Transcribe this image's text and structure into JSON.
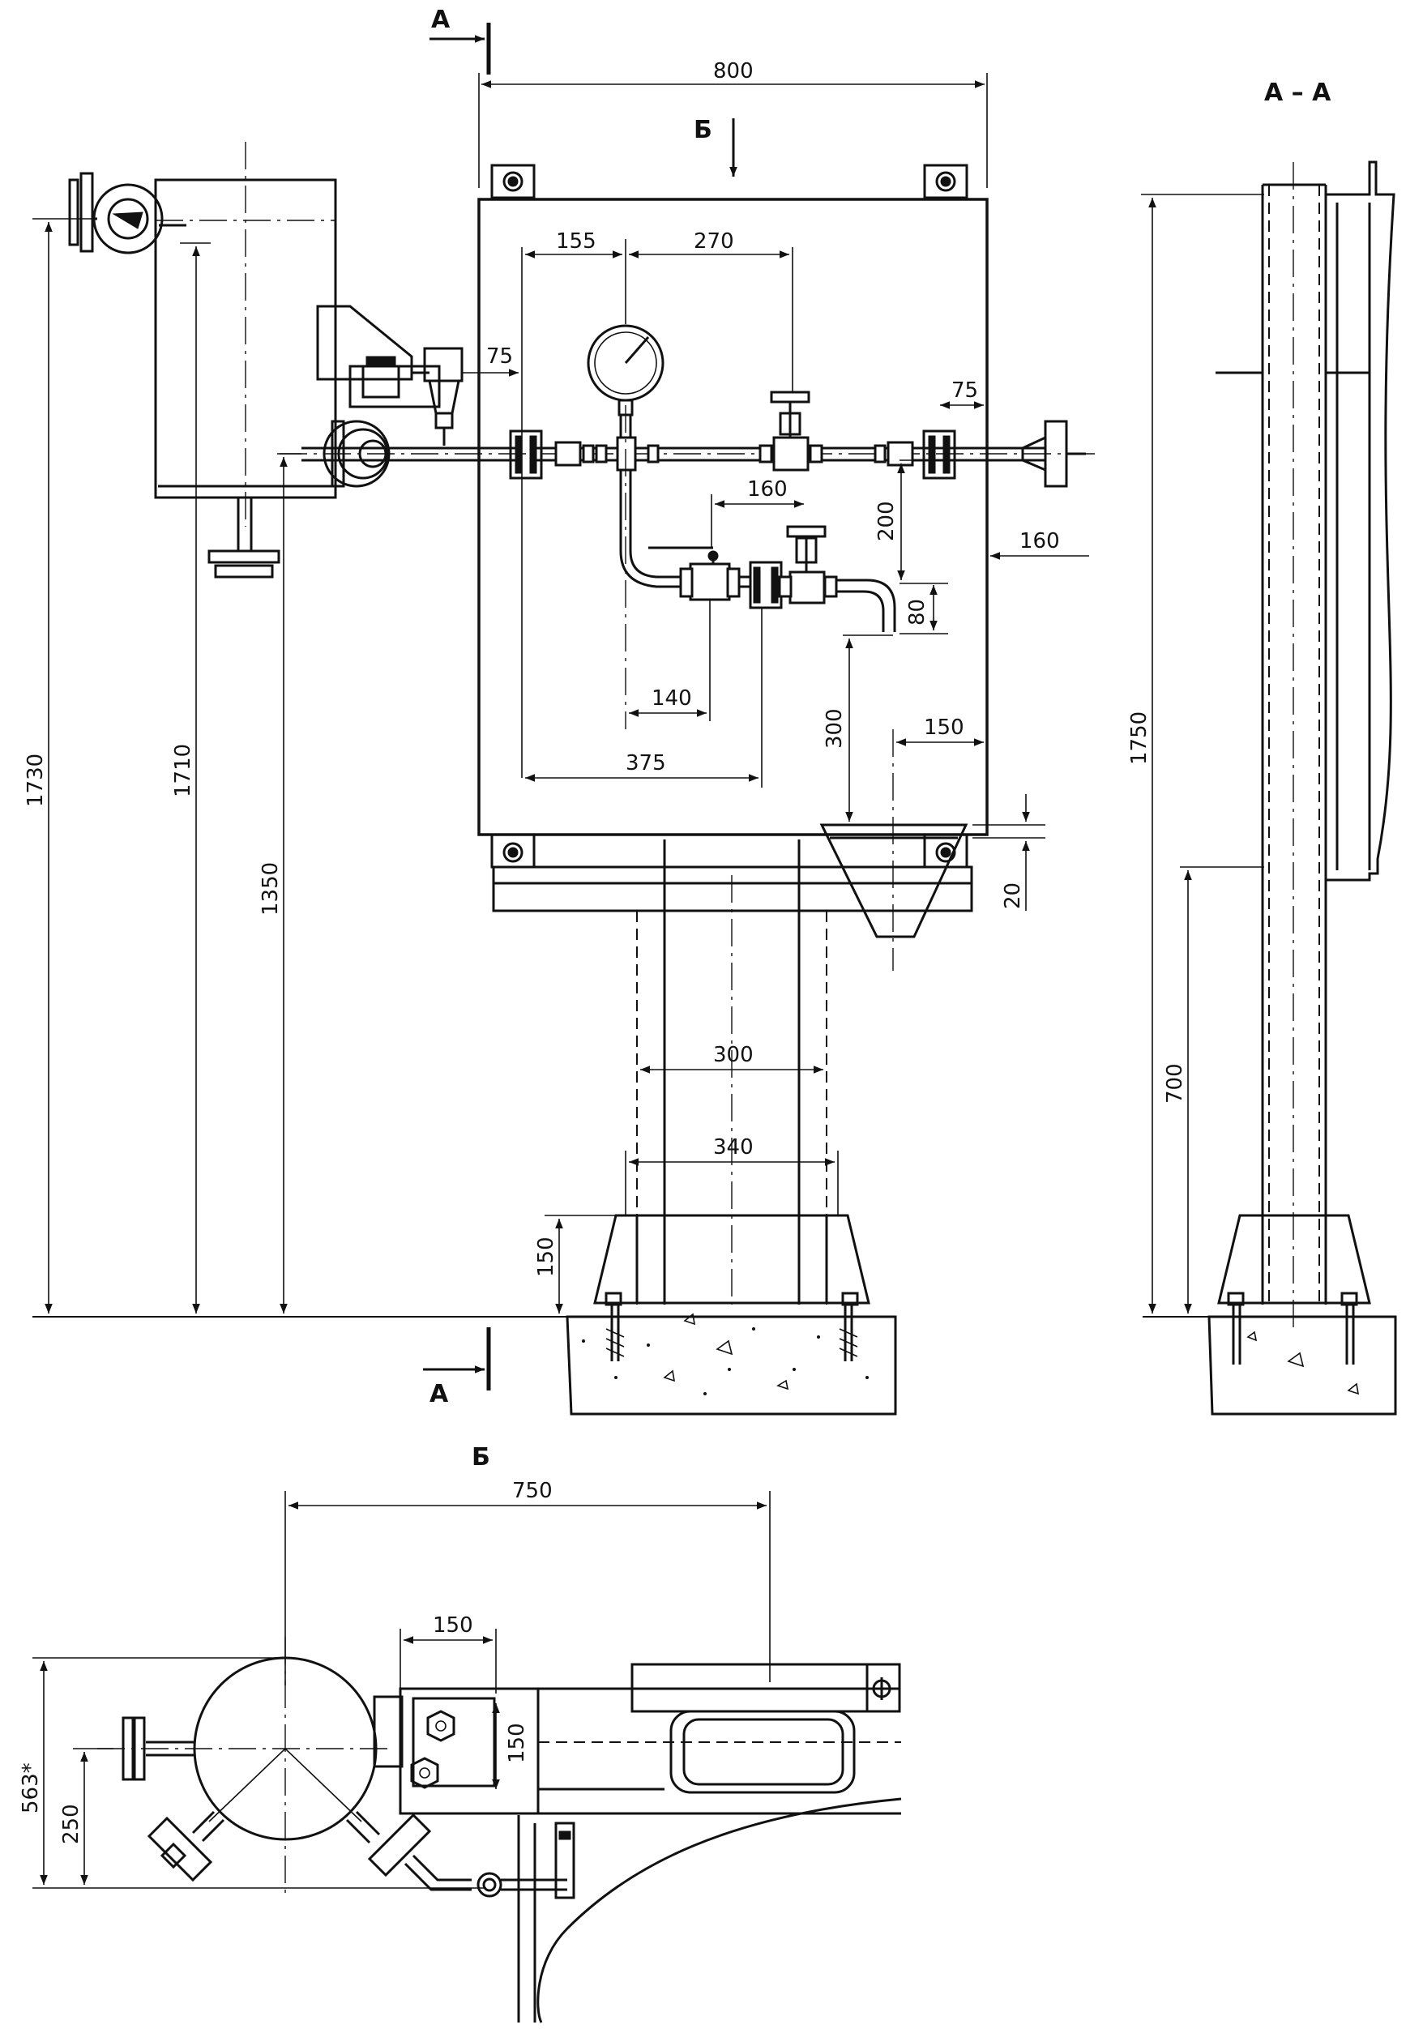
{
  "section_labels": {
    "section_a_top": "А",
    "section_a_bottom": "А",
    "view_b_arrow": "Б",
    "view_b_title": "Б",
    "section_aa_title": "А – А"
  },
  "dimensions_main": {
    "d800": "800",
    "d155": "155",
    "d270": "270",
    "d75_left": "75",
    "d75_right": "75",
    "d160_valves": "160",
    "d200": "200",
    "d160_right": "160",
    "d80": "80",
    "d140": "140",
    "d375": "375",
    "d300_drop": "300",
    "d150_funnel": "150",
    "d20": "20",
    "d300_column": "300",
    "d340": "340",
    "d150_base": "150",
    "d1730": "1730",
    "d1710": "1710",
    "d1350": "1350"
  },
  "dimensions_section": {
    "d1750": "1750",
    "d700": "700"
  },
  "dimensions_plan": {
    "d750": "750",
    "d150_top": "150",
    "d150_side": "150",
    "d563": "563*",
    "d250": "250"
  },
  "icons": [
    "pressure-gauge-icon",
    "valve-icon",
    "flange-icon",
    "bolt-icon",
    "concrete-hatch"
  ]
}
